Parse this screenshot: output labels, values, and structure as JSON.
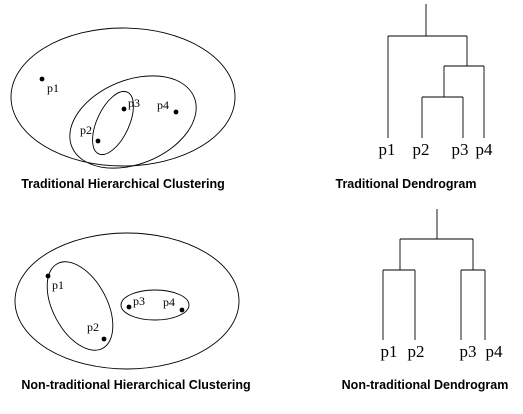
{
  "panels": {
    "traditional_clustering": {
      "caption": "Traditional Hierarchical Clustering",
      "points": [
        "p1",
        "p2",
        "p3",
        "p4"
      ]
    },
    "traditional_dendrogram": {
      "caption": "Traditional Dendrogram",
      "leaves": [
        "p1",
        "p2",
        "p3",
        "p4"
      ]
    },
    "nontraditional_clustering": {
      "caption": "Non-traditional Hierarchical Clustering",
      "points": [
        "p1",
        "p2",
        "p3",
        "p4"
      ]
    },
    "nontraditional_dendrogram": {
      "caption": "Non-traditional Dendrogram",
      "leaves": [
        "p1",
        "p2",
        "p3",
        "p4"
      ]
    }
  }
}
